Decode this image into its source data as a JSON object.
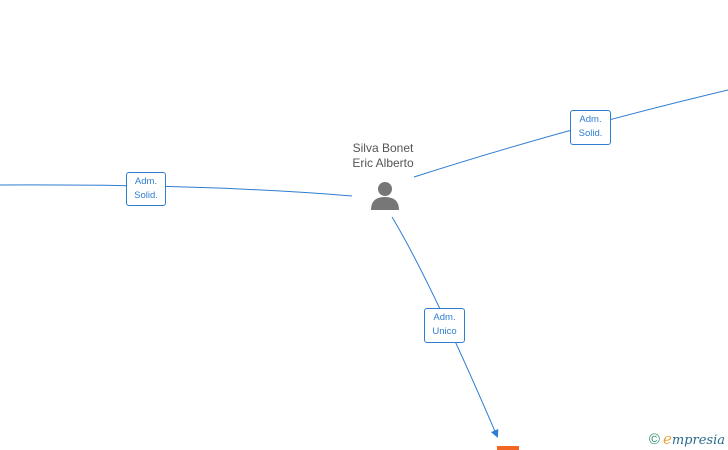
{
  "person": {
    "name_line1": "Silva Bonet",
    "name_line2": "Eric Alberto",
    "icon": "person-icon"
  },
  "relations": [
    {
      "line1": "Adm.",
      "line2": "Solid."
    },
    {
      "line1": "Adm.",
      "line2": "Solid."
    },
    {
      "line1": "Adm.",
      "line2": "Unico"
    }
  ],
  "watermark": {
    "copyright_symbol": "©",
    "brand_initial": "e",
    "brand_rest": "mpresia"
  },
  "colors": {
    "edge": "#2f7dd1",
    "person_icon": "#777777",
    "company_marker": "#f26522"
  }
}
